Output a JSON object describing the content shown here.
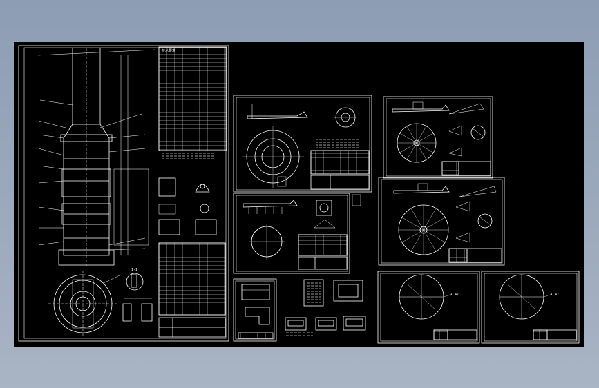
{
  "canvas": {
    "background": "#000000",
    "line_color": "#ffffff",
    "window_gradient": [
      "#8d9db3",
      "#a9b4c4"
    ]
  },
  "sheet_labels": {
    "circle_a_note": "1.47",
    "circle_b_note": "1.47",
    "sheet1_notes": "技术要求",
    "lower_left_flange_note": "1-1"
  }
}
